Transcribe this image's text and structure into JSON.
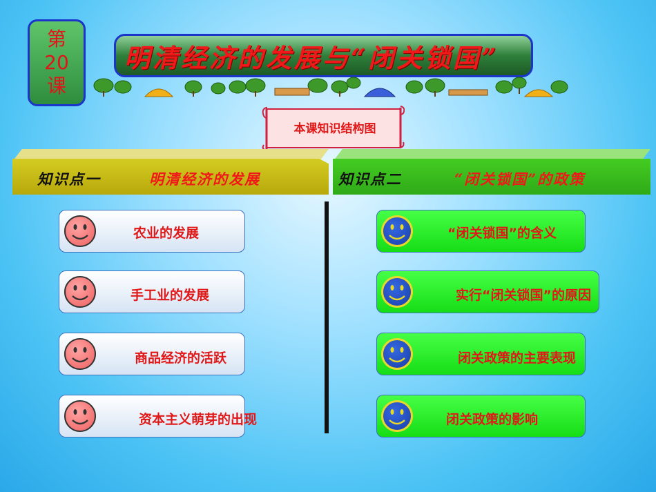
{
  "lesson": {
    "line1": "第",
    "line2": "20",
    "line3": "课"
  },
  "title": "明清经济的发展与“闭关锁国”",
  "subtitle": "本课知识结构图",
  "left": {
    "prefix": "知识点一",
    "topic": "明清经济的发展",
    "items": [
      "农业的发展",
      "手工业的发展",
      "商品经济的活跃",
      "资本主义萌芽的出现"
    ]
  },
  "right": {
    "prefix": "知识点二",
    "topic": "“闭关锁国”的政策",
    "items": [
      "“闭关锁国”的含义",
      "实行“闭关锁国”的原因",
      "闭关政策的主要表现",
      "闭关政策的影响"
    ]
  },
  "colors": {
    "accent_red": "#f01818",
    "border_blue": "#1b34c9",
    "left_banner": "#c8bc14",
    "right_banner": "#38bb1c",
    "right_card": "#22ee22"
  },
  "icons": {
    "left_items": "smiley-face-pink-icon",
    "right_items": "smiley-face-blue-icon"
  }
}
